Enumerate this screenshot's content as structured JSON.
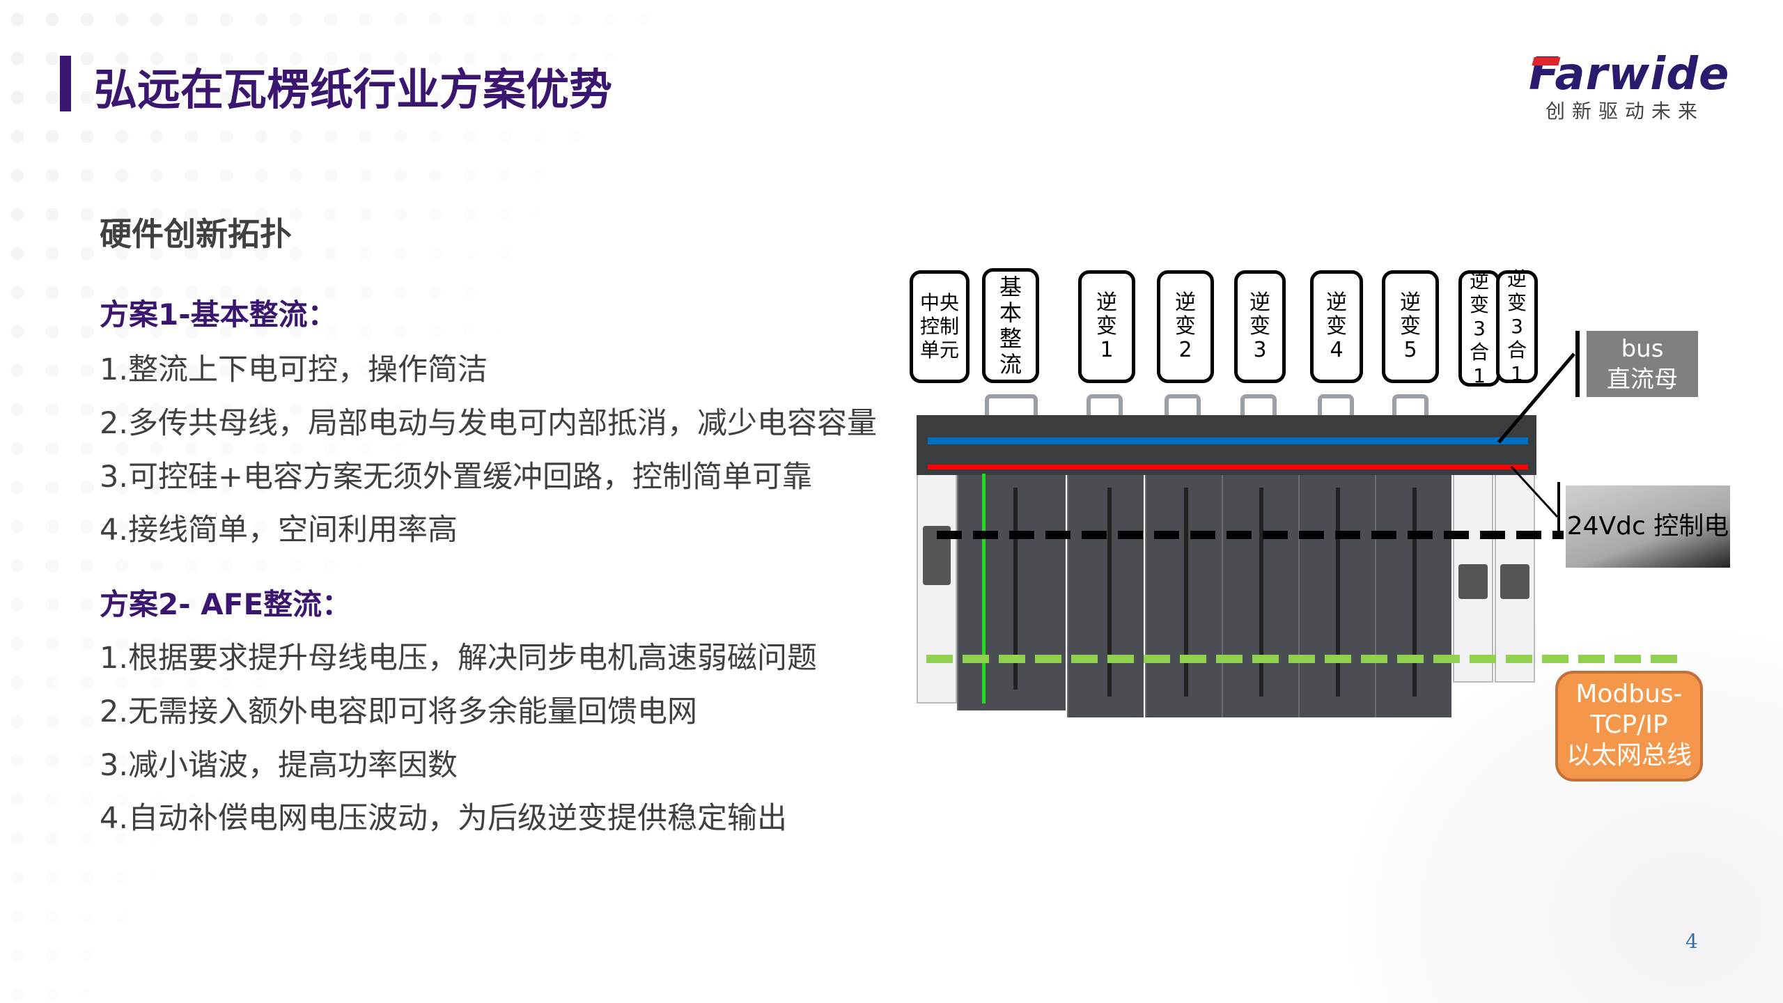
{
  "header": {
    "title": "弘远在瓦楞纸行业方案优势"
  },
  "logo": {
    "brand": "Farwide",
    "tagline": "创新驱动未来"
  },
  "section": {
    "title": "硬件创新拓扑"
  },
  "plan1": {
    "heading": "方案1-基本整流：",
    "items": [
      "1.整流上下电可控，操作简洁",
      "2.多传共母线，局部电动与发电可内部抵消，减少电容容量",
      "3.可控硅+电容方案无须外置缓冲回路，控制简单可靠",
      "4.接线简单，空间利用率高"
    ]
  },
  "plan2": {
    "heading": "方案2- AFE整流：",
    "items": [
      "1.根据要求提升母线电压，解决同步电机高速弱磁问题",
      "2.无需接入额外电容即可将多余能量回馈电网",
      "3.减小谐波，提高功率因数",
      "4.自动补偿电网电压波动，为后级逆变提供稳定输出"
    ]
  },
  "diagram": {
    "labels": [
      "中央控制单元",
      "基本整流",
      "逆变1",
      "逆变2",
      "逆变3",
      "逆变4",
      "逆变5",
      "逆变3合1",
      "逆变3合1"
    ],
    "bus_label": "bus\n直流母",
    "bus_line1": "bus",
    "bus_line2": "直流母",
    "control_label": "24Vdc 控制电",
    "network_line1": "Modbus-",
    "network_line2": "TCP/IP",
    "network_line3": "以太网总线",
    "colors": {
      "bus_positive": "#0070c0",
      "bus_negative": "#ff0000",
      "control": "#000000",
      "network": "#92d050",
      "network_box": "#f5974a"
    }
  },
  "page_number": "4"
}
